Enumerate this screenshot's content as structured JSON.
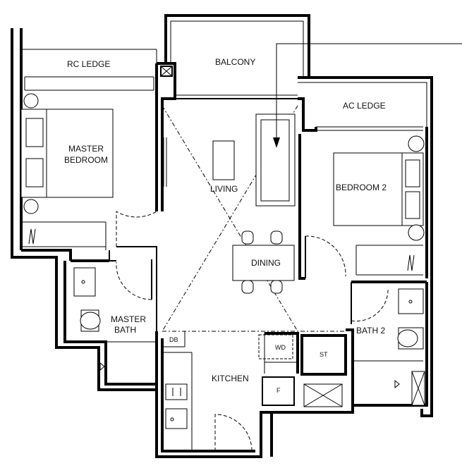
{
  "rooms": {
    "rc_ledge": "RC LEDGE",
    "balcony": "BALCONY",
    "ac_ledge": "AC LEDGE",
    "master_bedroom_line1": "MASTER",
    "master_bedroom_line2": "BEDROOM",
    "living": "LIVING",
    "bedroom2": "BEDROOM 2",
    "dining": "DINING",
    "master_bath_line1": "MASTER",
    "master_bath_line2": "BATH",
    "bath2": "BATH 2",
    "kitchen": "KITCHEN"
  },
  "fixtures": {
    "db": "DB",
    "wd": "WD",
    "st": "ST",
    "fridge": "F"
  }
}
